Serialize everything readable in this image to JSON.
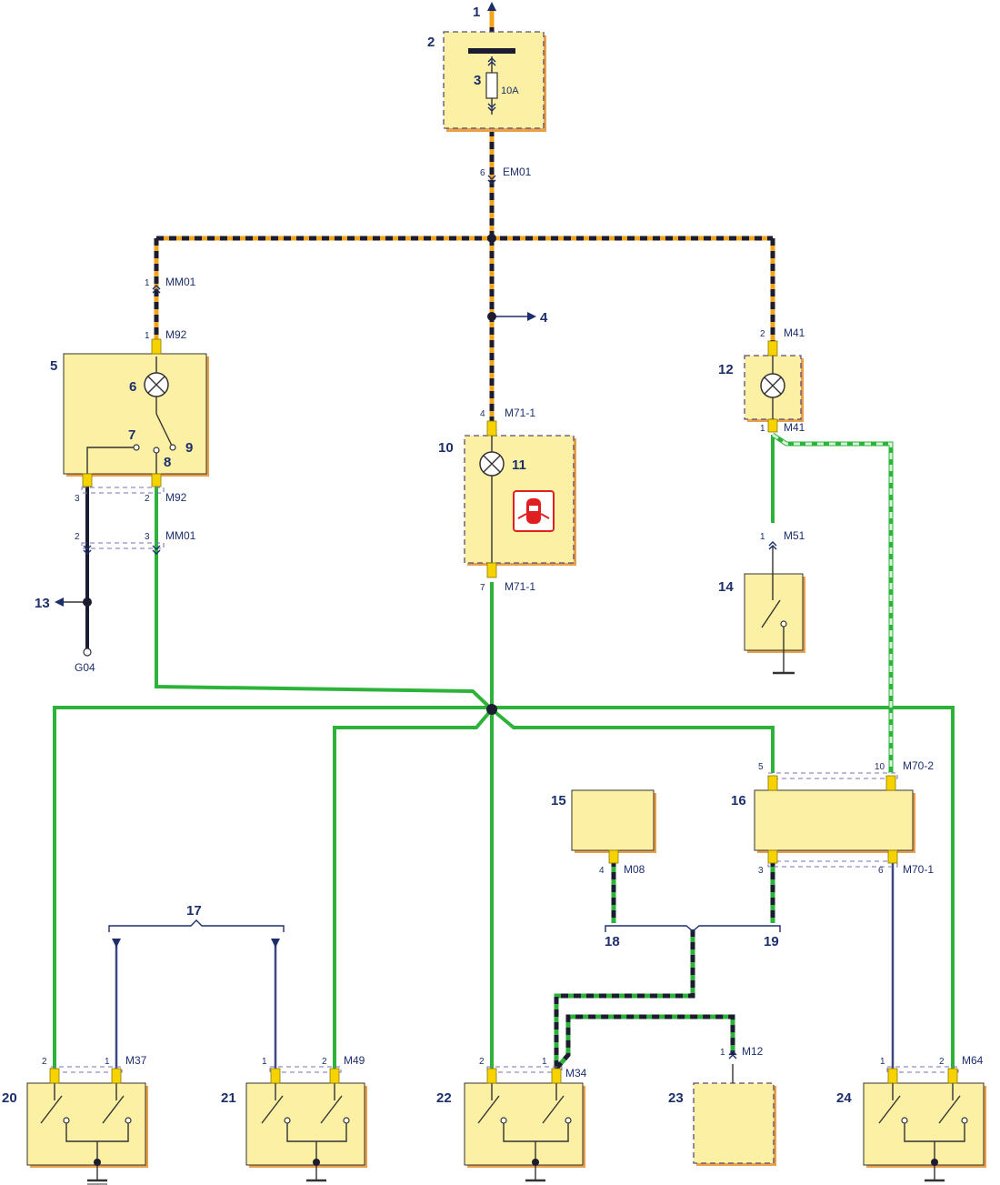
{
  "components": [
    {
      "id": "1"
    },
    {
      "id": "2"
    },
    {
      "id": "3"
    },
    {
      "id": "4"
    },
    {
      "id": "5"
    },
    {
      "id": "6"
    },
    {
      "id": "7"
    },
    {
      "id": "8"
    },
    {
      "id": "9"
    },
    {
      "id": "10"
    },
    {
      "id": "11"
    },
    {
      "id": "12"
    },
    {
      "id": "13"
    },
    {
      "id": "14"
    },
    {
      "id": "15"
    },
    {
      "id": "16"
    },
    {
      "id": "17"
    },
    {
      "id": "18"
    },
    {
      "id": "19"
    },
    {
      "id": "20"
    },
    {
      "id": "21"
    },
    {
      "id": "22"
    },
    {
      "id": "23"
    },
    {
      "id": "24"
    }
  ],
  "fuse_rating": "10A",
  "connectors": {
    "em01": "EM01",
    "mm01": "MM01",
    "m92": "M92",
    "m71_1": "M71-1",
    "m41": "M41",
    "m51": "M51",
    "m70_2": "M70-2",
    "m70_1": "M70-1",
    "m08": "M08",
    "m37": "M37",
    "m49": "M49",
    "m34": "M34",
    "m12": "M12",
    "m64": "M64"
  },
  "pins": {
    "em01": "6",
    "mm01_top": "1",
    "m92_top": "1",
    "m92_bottom_left": "3",
    "m92_bottom_right": "2",
    "mm01_bottom_left": "2",
    "mm01_bottom_right": "3",
    "m71_1_top": "4",
    "m71_1_bottom": "7",
    "m41_top": "2",
    "m41_bottom": "1",
    "m51": "1",
    "m70_2_left": "5",
    "m70_2_right": "10",
    "m70_1_left": "3",
    "m70_1_right": "6",
    "m08": "4",
    "m37_left": "2",
    "m37_right": "1",
    "m49_left": "1",
    "m49_right": "2",
    "m34_left": "2",
    "m34_right": "1",
    "m12": "1",
    "m64_left": "1",
    "m64_right": "2"
  },
  "ground_label": "G04",
  "colors": {
    "orange_black": "#f2a41c",
    "green": "#2db33a",
    "black": "#1c1c30",
    "navy": "#3c4680",
    "component_fill": "#fbf0a3",
    "terminal": "#f5d200",
    "label": "#1c2f6b"
  }
}
